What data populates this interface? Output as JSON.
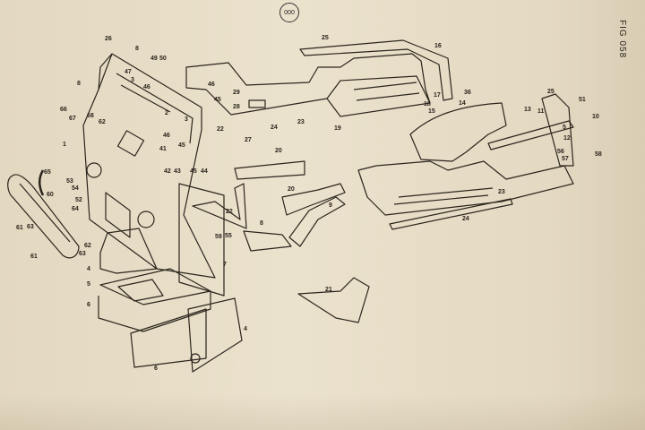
{
  "header": {
    "figure_number": "000",
    "figure_label": "FIG 058"
  },
  "labels": [
    "26",
    "8",
    "49",
    "50",
    "47",
    "3",
    "46",
    "8",
    "66",
    "67",
    "68",
    "62",
    "2",
    "3",
    "1",
    "46",
    "45",
    "41",
    "42",
    "43",
    "45",
    "44",
    "46",
    "45",
    "29",
    "28",
    "22",
    "27",
    "65",
    "60",
    "53",
    "54",
    "52",
    "64",
    "61",
    "63",
    "62",
    "61",
    "63",
    "4",
    "5",
    "6",
    "6",
    "4",
    "7",
    "59",
    "55",
    "22",
    "25",
    "16",
    "36",
    "17",
    "18",
    "24",
    "23",
    "19",
    "14",
    "15",
    "20",
    "20",
    "9",
    "8",
    "21",
    "13",
    "11",
    "25",
    "51",
    "10",
    "5",
    "12",
    "56",
    "57",
    "58",
    "23",
    "24"
  ]
}
